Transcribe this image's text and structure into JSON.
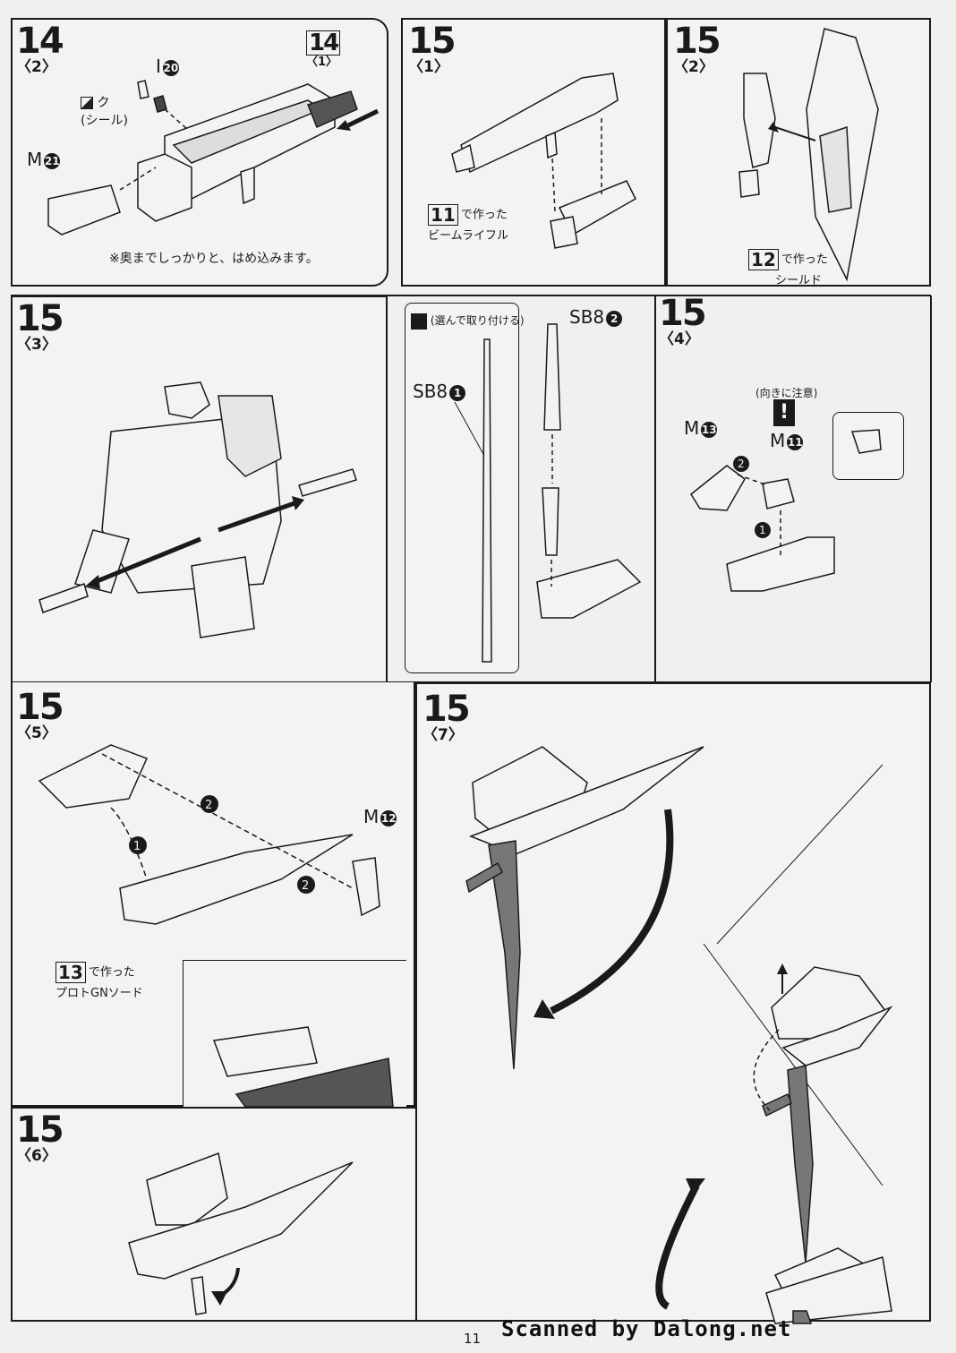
{
  "panels": {
    "p14_2": {
      "step": "14",
      "sub": "〈2〉",
      "ref_step": "14",
      "ref_sub": "〈1〉",
      "part_i": "I",
      "part_i_num": "20",
      "part_m": "M",
      "part_m_num": "21",
      "sticker_letter": "ク",
      "sticker_label": "(シール)",
      "note": "※奥までしっかりと、はめ込みます。"
    },
    "p15_1": {
      "step": "15",
      "sub": "〈1〉",
      "ref_num": "11",
      "ref_text1": "で作った",
      "ref_text2": "ビームライフル"
    },
    "p15_2": {
      "step": "15",
      "sub": "〈2〉",
      "ref_num": "12",
      "ref_text1": "で作った",
      "ref_text2": "シールド"
    },
    "p15_3": {
      "step": "15",
      "sub": "〈3〉"
    },
    "p15_sb": {
      "choose_label": "(選んで取り付ける)",
      "sb1": "SB8",
      "sb1_num": "1",
      "sb2": "SB8",
      "sb2_num": "2"
    },
    "p15_4": {
      "step": "15",
      "sub": "〈4〉",
      "caution": "(向きに注意)",
      "caution_mark": "!",
      "m13": "M",
      "m13_num": "13",
      "m11": "M",
      "m11_num": "11",
      "order1": "1",
      "order2": "2"
    },
    "p15_5": {
      "step": "15",
      "sub": "〈5〉",
      "m12": "M",
      "m12_num": "12",
      "ref_num": "13",
      "ref_text1": "で作った",
      "ref_text2": "プロトGNソード",
      "order1": "1",
      "order2": "2"
    },
    "p15_6": {
      "step": "15",
      "sub": "〈6〉"
    },
    "p15_7": {
      "step": "15",
      "sub": "〈7〉"
    }
  },
  "footer": {
    "page_number": "11",
    "credit": "Scanned by Dalong.net"
  }
}
